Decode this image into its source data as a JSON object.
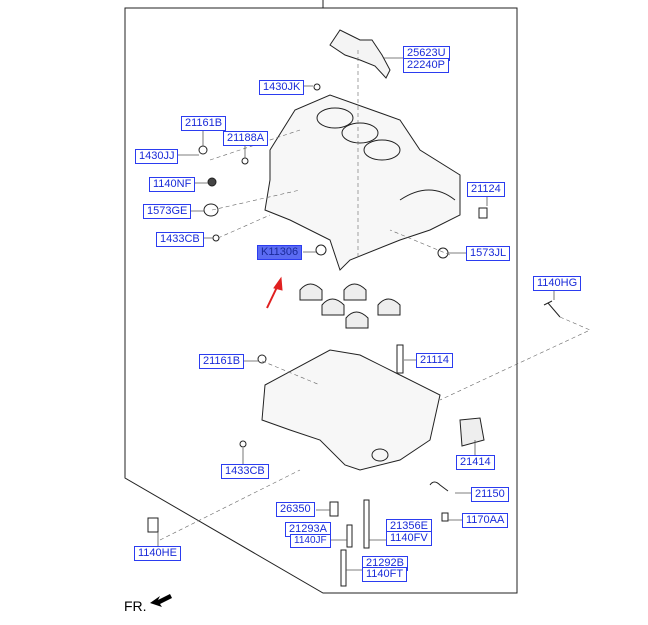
{
  "diagram": {
    "highlighted_part": "K11306",
    "accent_color": "#2b3cf0",
    "highlight_color": "#5b6bf2",
    "arrow_color": "#e02020",
    "orientation_label": "FR.",
    "parts": {
      "p25623U": "25623U",
      "p22240P": "22240P",
      "p1430JK": "1430JK",
      "p21161B_top": "21161B",
      "p21188A": "21188A",
      "p1430JJ": "1430JJ",
      "p1140NF": "1140NF",
      "p1573GE": "1573GE",
      "p1433CB_top": "1433CB",
      "pK11306": "K11306",
      "p21124": "21124",
      "p1573JL": "1573JL",
      "p1140HG": "1140HG",
      "p21161B_bottom": "21161B",
      "p21114": "21114",
      "p1433CB_bottom": "1433CB",
      "p21414": "21414",
      "p21150": "21150",
      "p26350": "26350",
      "p1170AA": "1170AA",
      "p21293A": "21293A",
      "p1140JF": "1140JF",
      "p21356E": "21356E",
      "p1140FV": "1140FV",
      "p1140HE": "1140HE",
      "p21292B": "21292B",
      "p1140FT": "1140FT"
    }
  }
}
